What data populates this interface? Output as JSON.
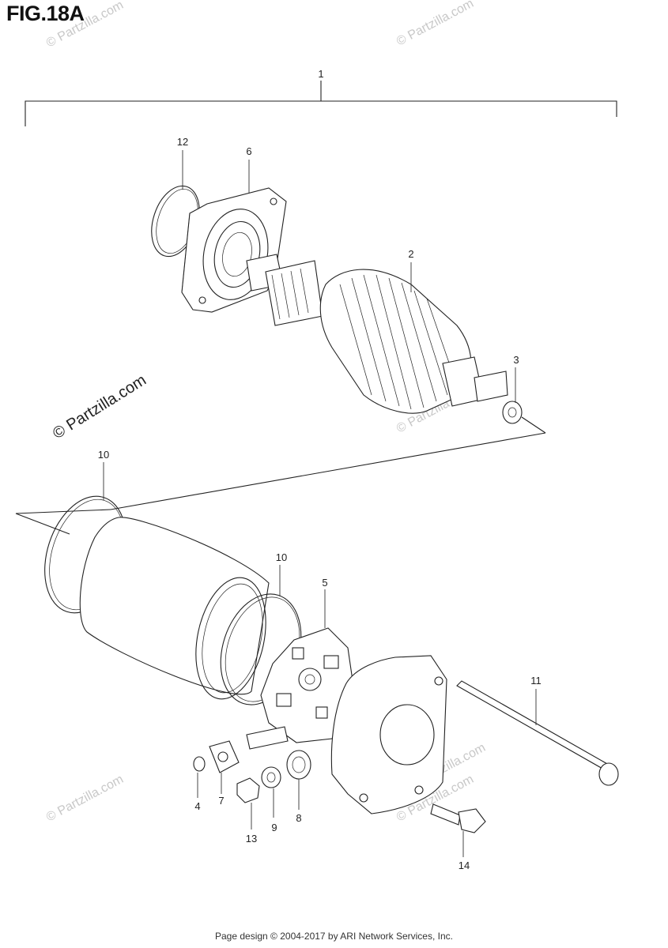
{
  "figure_title": "FIG.18A",
  "watermarks": [
    "© Partzilla.com",
    "© Partzilla.com",
    "© Partzilla.com",
    "© Partzilla.com",
    "© Partzilla.com",
    "© Partzilla.com",
    "© Partzilla.com"
  ],
  "callouts": [
    "1",
    "12",
    "6",
    "2",
    "3",
    "10",
    "10",
    "5",
    "11",
    "4",
    "7",
    "13",
    "9",
    "8",
    "14"
  ],
  "footer": "Page design © 2004-2017 by ARI Network Services, Inc."
}
